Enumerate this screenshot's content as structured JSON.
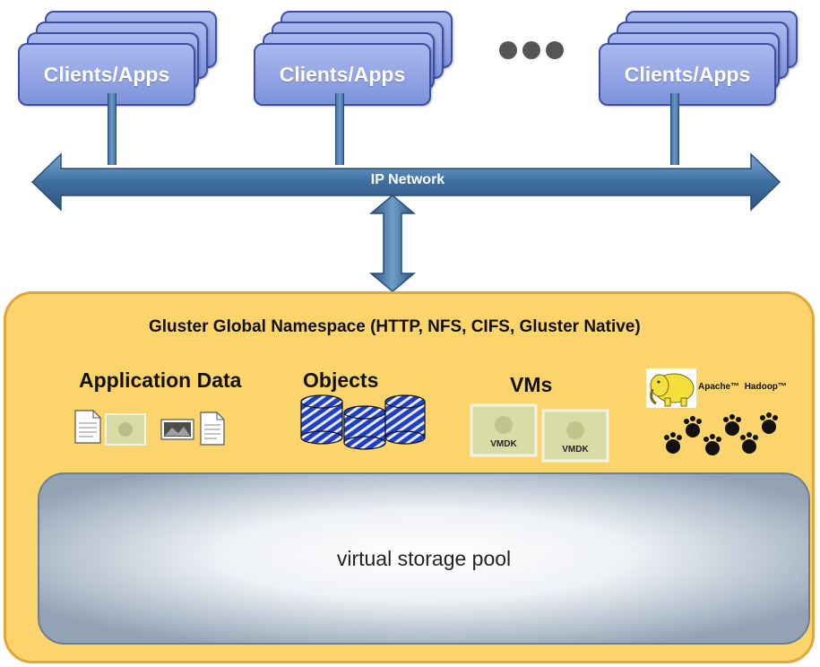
{
  "clients": [
    {
      "label": "Clients/Apps"
    },
    {
      "label": "Clients/Apps"
    },
    {
      "label": "Clients/Apps"
    }
  ],
  "network": {
    "label": "IP Network"
  },
  "namespace": {
    "title": "Gluster Global Namespace (HTTP, NFS, CIFS, Gluster Native)",
    "categories": {
      "application_data": "Application Data",
      "objects": "Objects",
      "vms": "VMs"
    },
    "hadoop": {
      "apache": "Apache™",
      "hadoop": "Hadoop™"
    },
    "vm_disks": [
      "VMDK",
      "VMDK"
    ]
  },
  "pool": {
    "label": "virtual storage pool"
  },
  "colors": {
    "client_fill": "#8fa1e4",
    "client_border": "#3e4fa3",
    "network_arrow": "#3e6fa0",
    "namespace_fill": "#fbd46c",
    "namespace_border": "#e1a53a",
    "pool_edge": "#93a2b4"
  }
}
